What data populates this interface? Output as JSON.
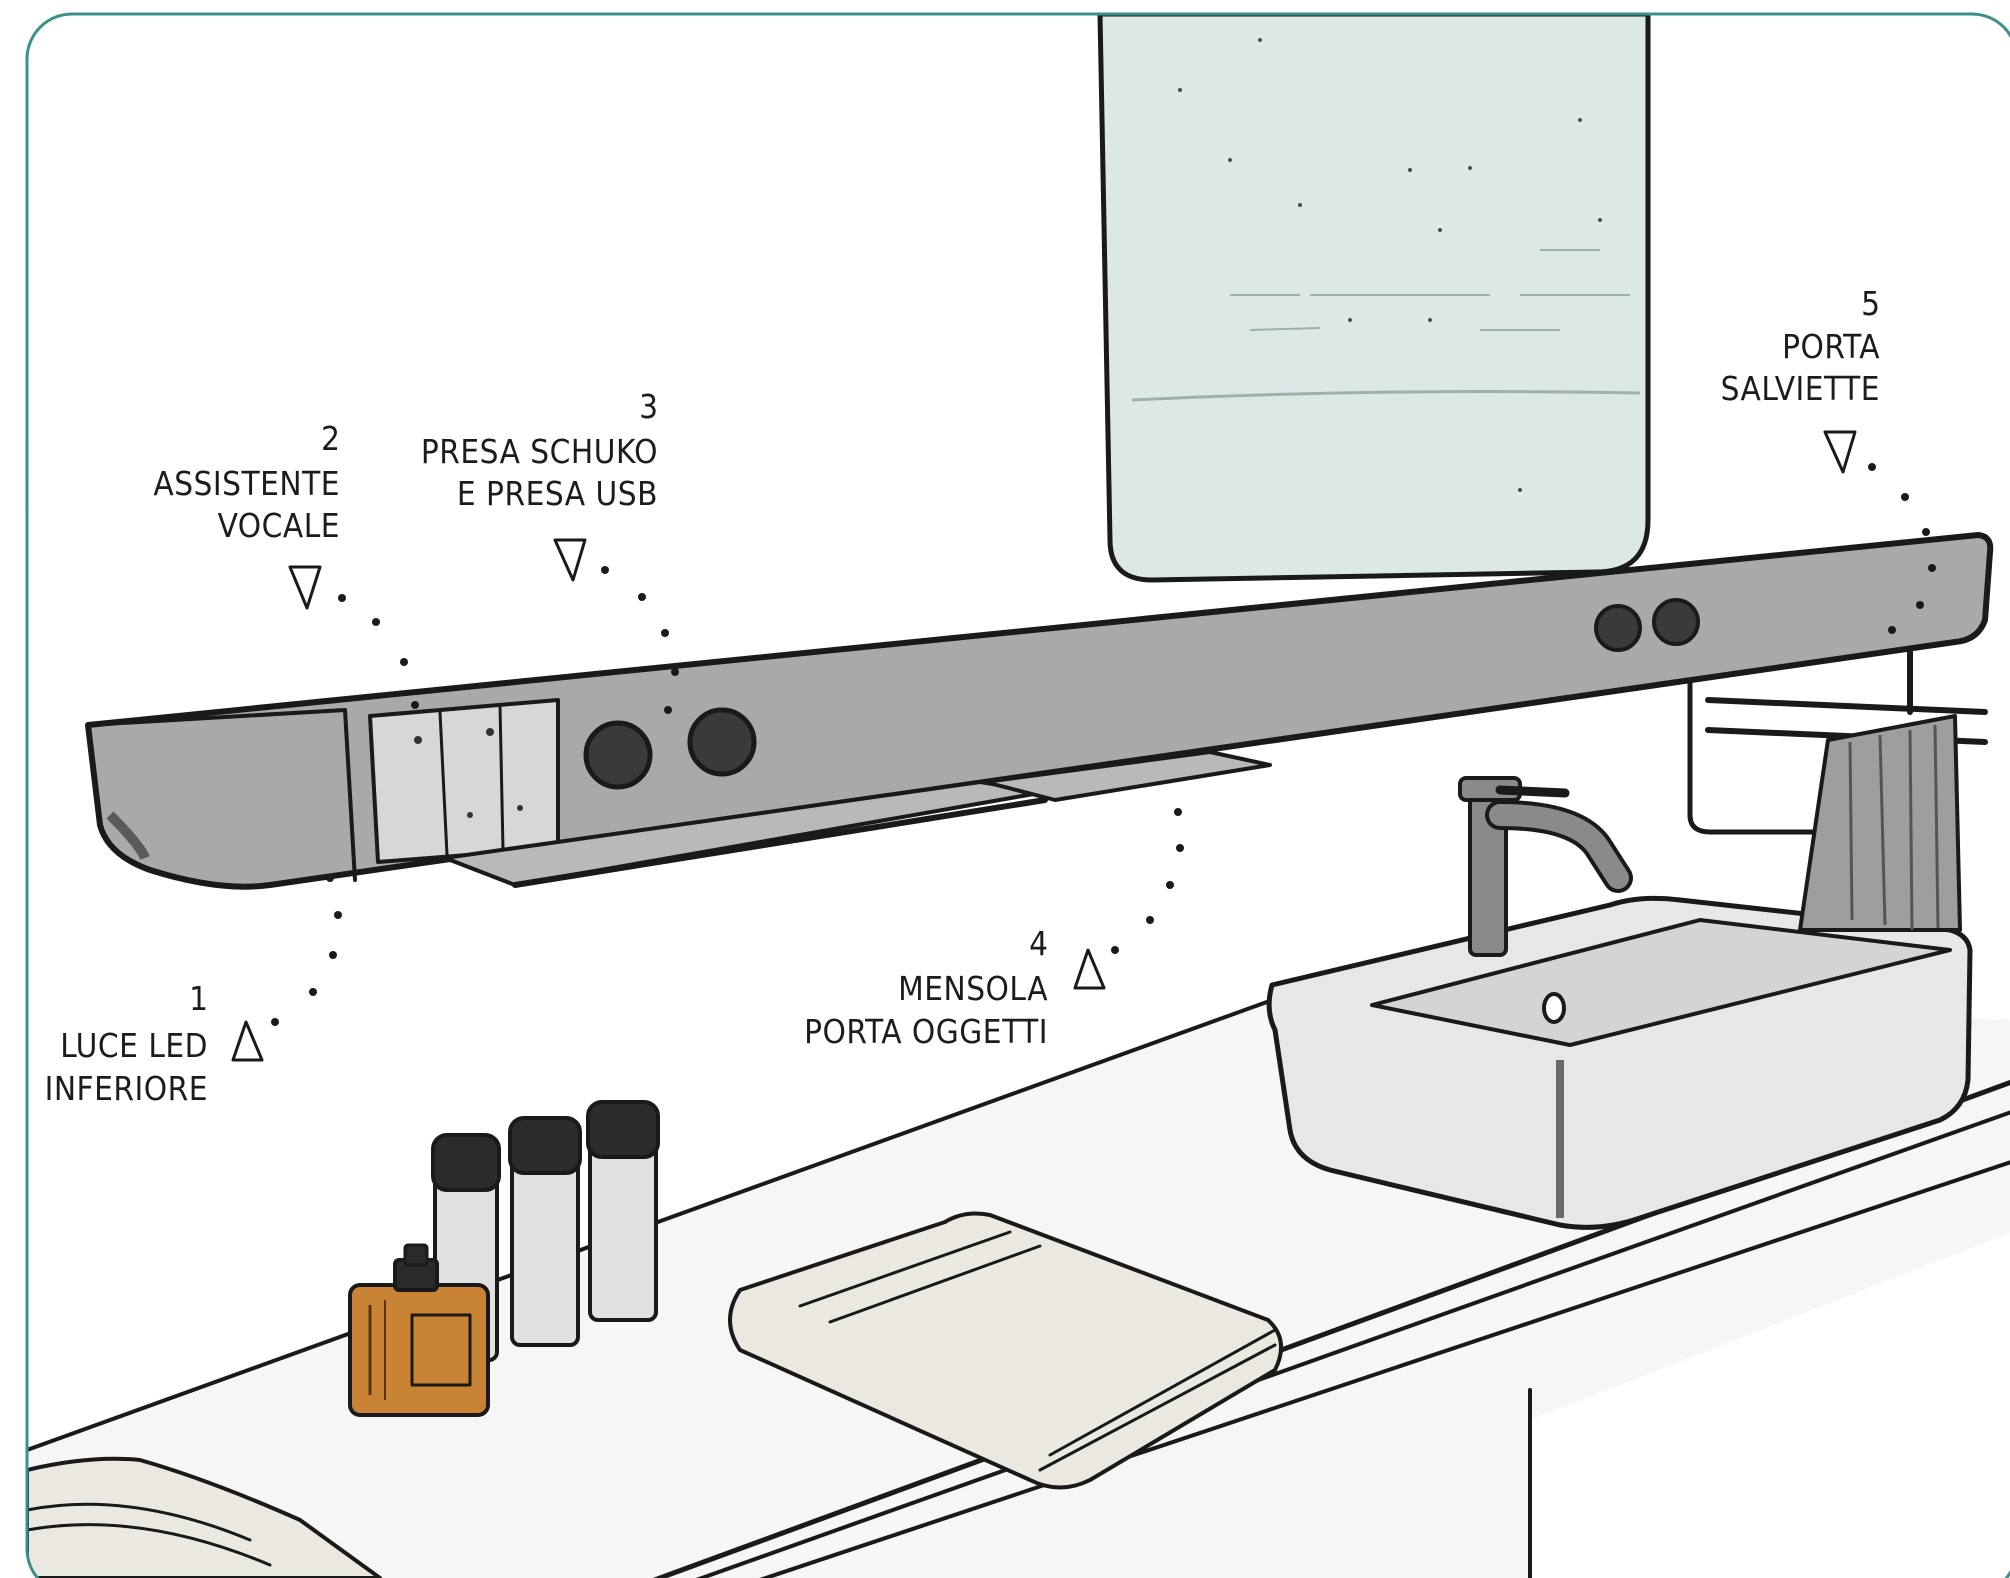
{
  "callouts": [
    {
      "id": "1",
      "number": "1",
      "lines": [
        "LUCE LED",
        "INFERIORE"
      ],
      "arrow": "up"
    },
    {
      "id": "2",
      "number": "2",
      "lines": [
        "ASSISTENTE",
        "VOCALE"
      ],
      "arrow": "down"
    },
    {
      "id": "3",
      "number": "3",
      "lines": [
        "PRESA SCHUKO",
        "E PRESA USB"
      ],
      "arrow": "down"
    },
    {
      "id": "4",
      "number": "4",
      "lines": [
        "MENSOLA",
        "PORTA OGGETTI"
      ],
      "arrow": "up"
    },
    {
      "id": "5",
      "number": "5",
      "lines": [
        "PORTA",
        "SALVIETTE"
      ],
      "arrow": "down"
    }
  ],
  "colors": {
    "frame": "#3d8f8c",
    "mirror": "#dce8e6",
    "bar": "#a9a9a9",
    "counter": "#f6f6f6",
    "soap": "#c98334",
    "ink": "#1a1a1a"
  }
}
